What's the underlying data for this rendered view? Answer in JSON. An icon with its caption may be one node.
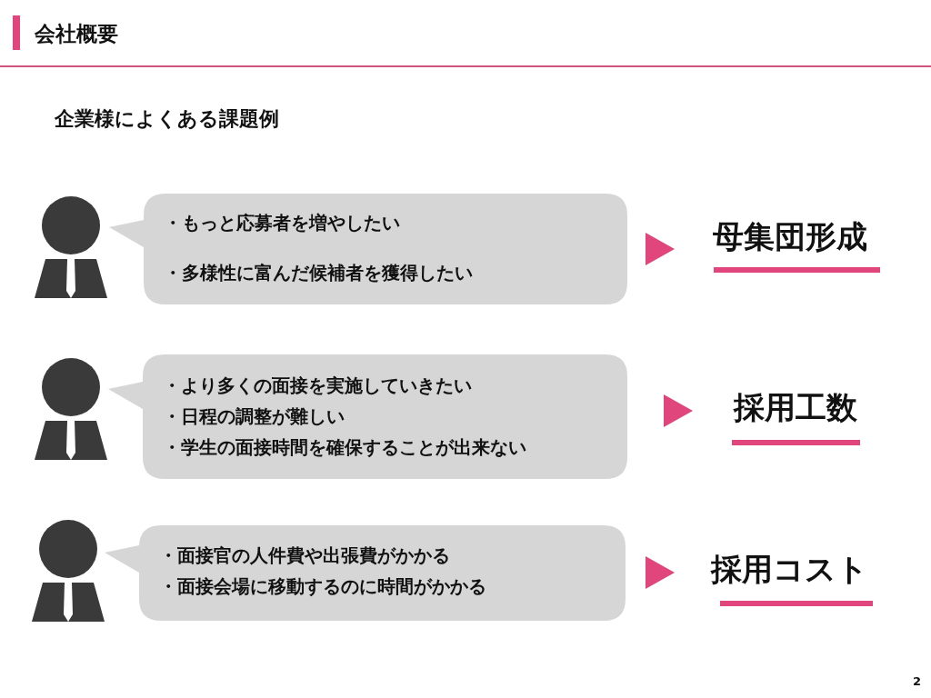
{
  "diagram": {
    "title": "会社概要",
    "nodes": [
      {
        "text": [
          "・もっと応募者を増やしたい",
          "・多様性に富んだ候補者を獲得したい"
        ]
      },
      {
        "text": [
          "母集団形成"
        ]
      },
      {
        "text": [
          "・より多くの面接を実施していきたい",
          "・日程の調整が難しい",
          "・学生の面接時間を確保することが出来ない"
        ]
      },
      {
        "text": [
          "採用工数"
        ]
      },
      {
        "text": [
          "・面接官の人件費や出張費がかかる",
          "・面接会場に移動するのに時間がかかる"
        ]
      },
      {
        "text": [
          "採用コスト"
        ]
      }
    ],
    "edges": [
      {
        "from": 0,
        "to": 1,
        "arrow": "to"
      },
      {
        "from": 2,
        "to": 3,
        "arrow": "to"
      },
      {
        "from": 4,
        "to": 5,
        "arrow": "to"
      }
    ],
    "labels": [
      "企業様によくある課題例",
      "2"
    ]
  }
}
